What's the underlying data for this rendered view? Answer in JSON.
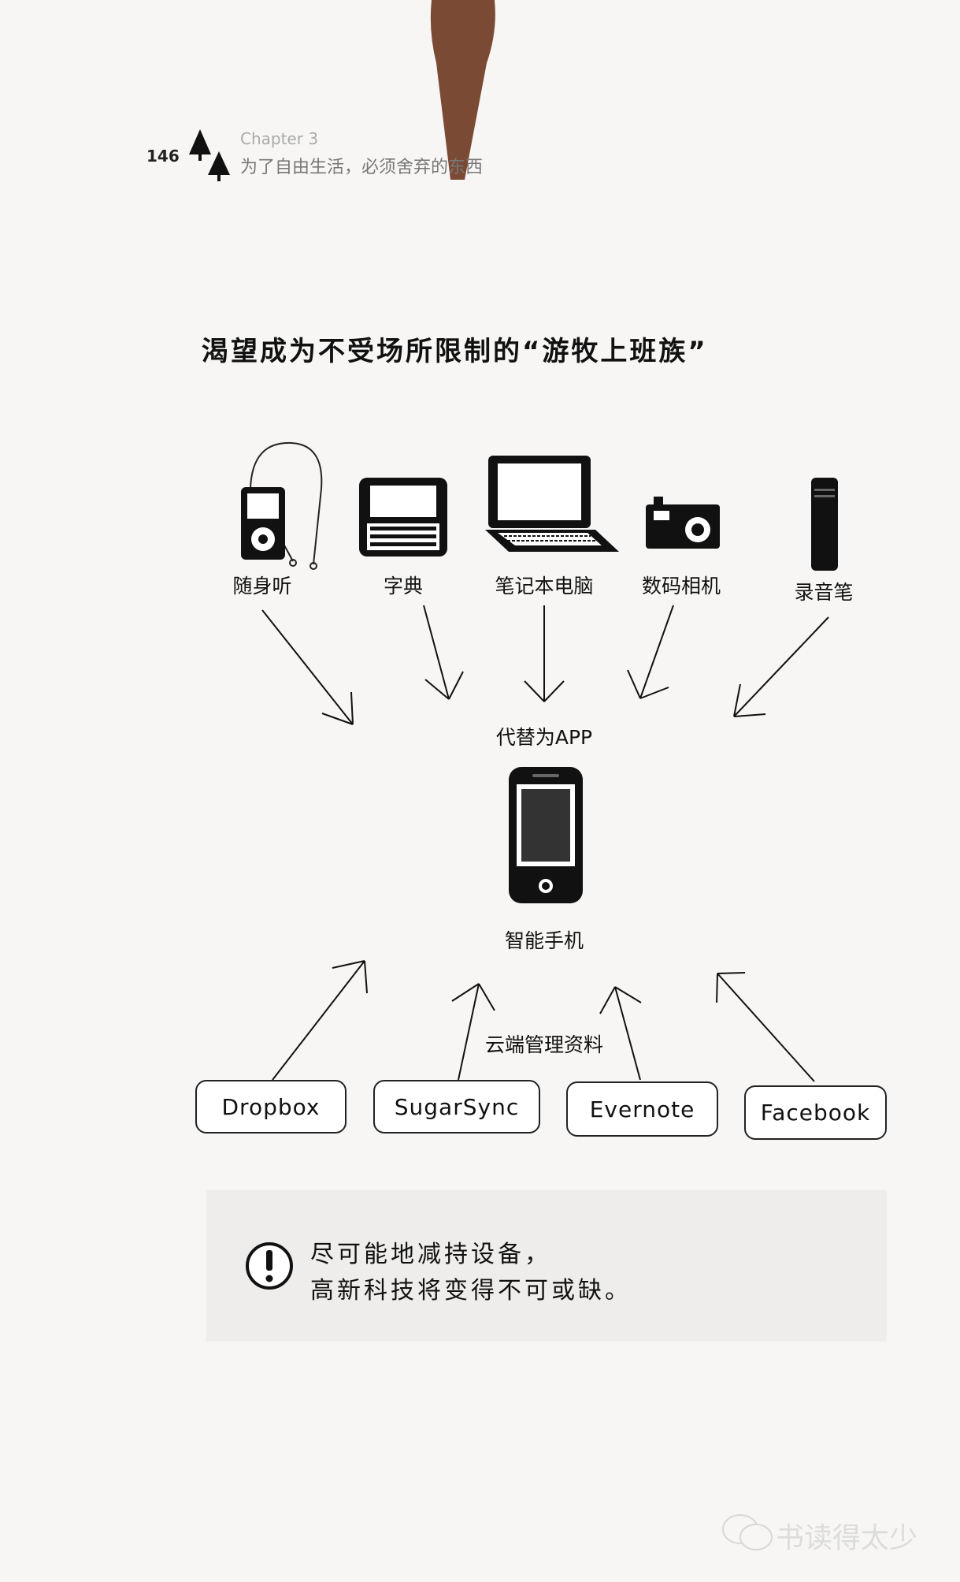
{
  "header": {
    "page_number": "146",
    "chapter": "Chapter 3",
    "chapter_title": "为了自由生活，必须舍弃的东西"
  },
  "title": "渴望成为不受场所限制的“游牧上班族”",
  "devices": [
    {
      "label": "随身听",
      "icon": "music-player-icon"
    },
    {
      "label": "字典",
      "icon": "electronic-dictionary-icon"
    },
    {
      "label": "笔记本电脑",
      "icon": "laptop-icon"
    },
    {
      "label": "数码相机",
      "icon": "camera-icon"
    },
    {
      "label": "录音笔",
      "icon": "voice-recorder-icon"
    }
  ],
  "replace_label": "代替为APP",
  "phone_label": "智能手机",
  "cloud_label": "云端管理资料",
  "services": [
    "Dropbox",
    "SugarSync",
    "Evernote",
    "Facebook"
  ],
  "note": {
    "icon": "exclamation-icon",
    "line1": "尽可能地减持设备，",
    "line2": "高新科技将变得不可或缺。"
  },
  "watermark": "书读得太少",
  "colors": {
    "bookmark": "#7a4a35",
    "paper": "#f7f6f4"
  }
}
